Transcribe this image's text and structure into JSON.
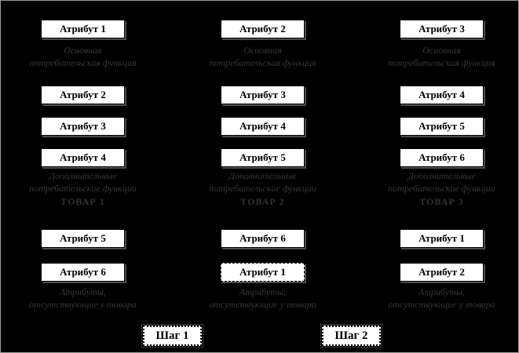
{
  "frame": {
    "background": "#000000",
    "border_color": "#9a9a9a",
    "box_fill": "#ffffff",
    "box_text_color": "#000000",
    "label_color": "#373737"
  },
  "columns": [
    {
      "product_caption": "ТОВАР 1",
      "top": "Атрибут 1",
      "middle": [
        "Атрибут 2",
        "Атрибут 3",
        "Атрибут 4"
      ],
      "bottom": [
        "Атрибут 5",
        "Атрибут 6"
      ],
      "labels": {
        "top_group": [
          "Основная",
          "потребительская функция"
        ],
        "middle_group": [
          "Дополнительные",
          "потребительские функции"
        ],
        "bottom_group": [
          "Атрибуты,",
          "отсутствующие у товара"
        ]
      }
    },
    {
      "product_caption": "ТОВАР 2",
      "top": "Атрибут 2",
      "middle": [
        "Атрибут 3",
        "Атрибут 4",
        "Атрибут 5"
      ],
      "bottom": [
        "Атрибут 6",
        "Атрибут 1"
      ],
      "labels": {
        "top_group": [
          "Основная",
          "потребительская функция"
        ],
        "middle_group": [
          "Дополнительные",
          "потребительские функции"
        ],
        "bottom_group": [
          "Атрибуты,",
          "отсутствующие у товара"
        ]
      }
    },
    {
      "product_caption": "ТОВАР 3",
      "top": "Атрибут 3",
      "middle": [
        "Атрибут 4",
        "Атрибут 5",
        "Атрибут 6"
      ],
      "bottom": [
        "Атрибут 1",
        "Атрибут 2"
      ],
      "labels": {
        "top_group": [
          "Основная",
          "потребительская функция"
        ],
        "middle_group": [
          "Дополнительные",
          "потребительские функции"
        ],
        "bottom_group": [
          "Атрибуты,",
          "отсутствующие у товара"
        ]
      }
    }
  ],
  "steps": [
    "Шаг 1",
    "Шаг 2"
  ]
}
